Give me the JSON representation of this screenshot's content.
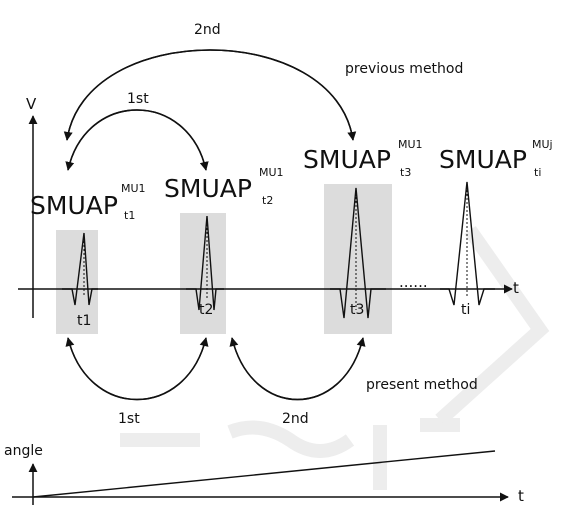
{
  "axes": {
    "voltage_label": "V",
    "time_label": "t",
    "angle_label": "angle",
    "angle_time_label": "t"
  },
  "previous_method": {
    "label": "previous method",
    "first": "1st",
    "second": "2nd"
  },
  "present_method": {
    "label": "present method",
    "first": "1st",
    "second": "2nd"
  },
  "spikes": [
    {
      "name": "SMUAP",
      "unit": "MU1",
      "time": "t1"
    },
    {
      "name": "SMUAP",
      "unit": "MU1",
      "time": "t2"
    },
    {
      "name": "SMUAP",
      "unit": "MU1",
      "time": "t3"
    },
    {
      "name": "SMUAP",
      "unit": "MUj",
      "time": "ti"
    }
  ],
  "ellipsis": "......",
  "colors": {
    "highlight": "#dcdcdc",
    "ink": "#111111",
    "watermark": "#ededed"
  }
}
